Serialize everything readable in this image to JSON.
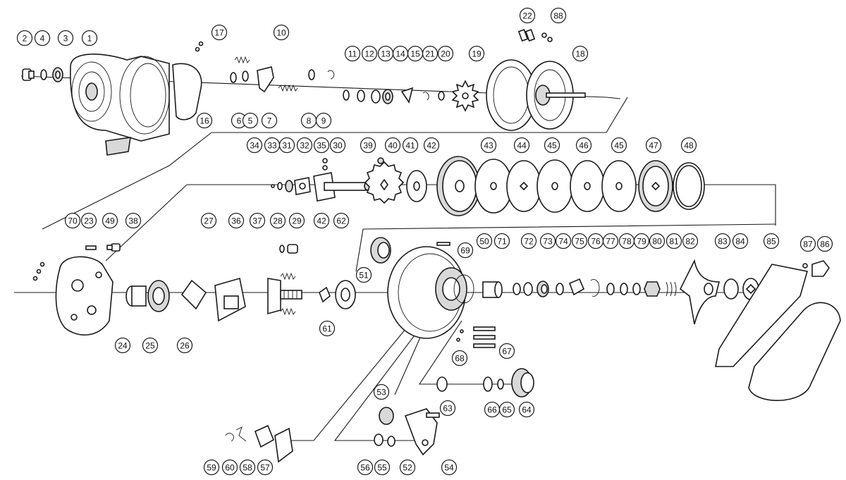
{
  "diagram": {
    "type": "exploded-parts-diagram",
    "callouts": [
      "2",
      "4",
      "3",
      "1",
      "17",
      "10",
      "6",
      "5",
      "7",
      "8",
      "9",
      "16",
      "11",
      "12",
      "13",
      "14",
      "15",
      "21",
      "20",
      "19",
      "22",
      "88",
      "18",
      "34",
      "33",
      "31",
      "32",
      "35",
      "30",
      "39",
      "40",
      "41",
      "42",
      "43",
      "44",
      "45",
      "46",
      "45",
      "47",
      "48",
      "70",
      "23",
      "49",
      "38",
      "27",
      "36",
      "37",
      "28",
      "29",
      "42",
      "62",
      "69",
      "50",
      "71",
      "72",
      "73",
      "74",
      "75",
      "76",
      "77",
      "78",
      "79",
      "80",
      "81",
      "82",
      "83",
      "84",
      "85",
      "87",
      "86",
      "24",
      "25",
      "26",
      "51",
      "61",
      "67",
      "68",
      "63",
      "66",
      "65",
      "64",
      "53",
      "56",
      "55",
      "52",
      "54",
      "59",
      "60",
      "58",
      "57"
    ]
  }
}
